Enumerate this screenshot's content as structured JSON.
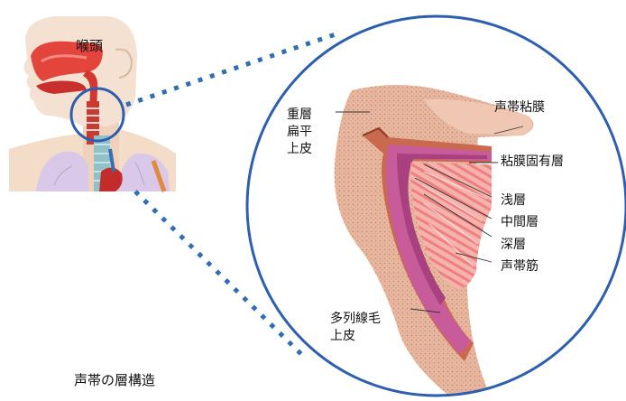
{
  "caption": "声帯の層構造",
  "labels": {
    "larynx": "喉頭",
    "vocal_fold_mucosa": "声帯粘膜",
    "stratified_squamous_epithelium": [
      "重層",
      "扁平",
      "上皮"
    ],
    "lamina_propria": "粘膜固有層",
    "superficial_layer": "浅層",
    "intermediate_layer": "中間層",
    "deep_layer": "深層",
    "vocalis_muscle": "声帯筋",
    "ciliated_epithelium": [
      "多列線毛",
      "上皮"
    ]
  },
  "colors": {
    "circle_outline": "#2e5fae",
    "connector_dots": "#2f6db5",
    "epithelium_tissue": "#e6b49a",
    "mucosa_layer": "#c85b9a",
    "muscle": "#f2a1a1",
    "leader_lines": "#333333"
  }
}
